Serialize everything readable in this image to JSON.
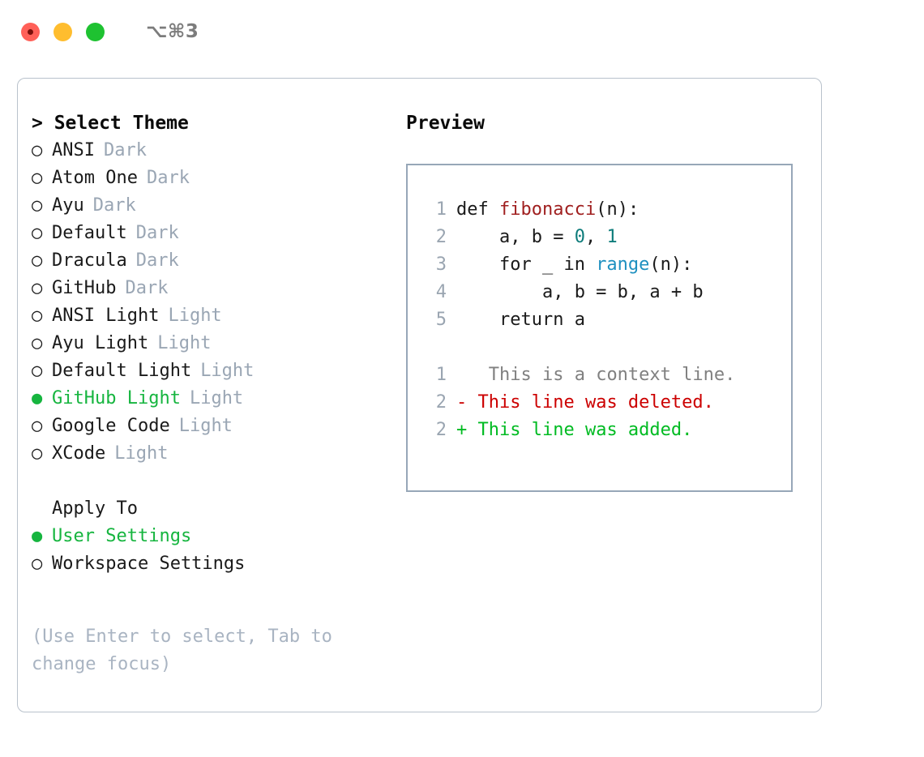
{
  "titlebar": {
    "shortcut": "⌥⌘3",
    "lights": [
      "close-red",
      "minimize-yellow",
      "zoom-green"
    ]
  },
  "left": {
    "heading": "> Select Theme",
    "themes": [
      {
        "bullet": "○",
        "label": "ANSI",
        "suffix": "Dark",
        "selected": false
      },
      {
        "bullet": "○",
        "label": "Atom One",
        "suffix": "Dark",
        "selected": false
      },
      {
        "bullet": "○",
        "label": "Ayu",
        "suffix": "Dark",
        "selected": false
      },
      {
        "bullet": "○",
        "label": "Default",
        "suffix": "Dark",
        "selected": false
      },
      {
        "bullet": "○",
        "label": "Dracula",
        "suffix": "Dark",
        "selected": false
      },
      {
        "bullet": "○",
        "label": "GitHub",
        "suffix": "Dark",
        "selected": false
      },
      {
        "bullet": "○",
        "label": "ANSI Light",
        "suffix": "Light",
        "selected": false
      },
      {
        "bullet": "○",
        "label": "Ayu Light",
        "suffix": "Light",
        "selected": false
      },
      {
        "bullet": "○",
        "label": "Default Light",
        "suffix": "Light",
        "selected": false
      },
      {
        "bullet": "●",
        "label": "GitHub Light",
        "suffix": "Light",
        "selected": true
      },
      {
        "bullet": "○",
        "label": "Google Code",
        "suffix": "Light",
        "selected": false
      },
      {
        "bullet": "○",
        "label": "XCode",
        "suffix": "Light",
        "selected": false
      }
    ],
    "apply_to": {
      "heading": "Apply To",
      "options": [
        {
          "bullet": "●",
          "label": "User Settings",
          "selected": true
        },
        {
          "bullet": "○",
          "label": "Workspace Settings",
          "selected": false
        }
      ]
    },
    "hint": "(Use Enter to select, Tab to change focus)"
  },
  "preview": {
    "title": "Preview",
    "code_lines": [
      {
        "num": "1",
        "tokens": [
          {
            "t": "def ",
            "c": "tok-def"
          },
          {
            "t": "fibonacci",
            "c": "tok-fn"
          },
          {
            "t": "(n):",
            "c": "tok-plain"
          }
        ]
      },
      {
        "num": "2",
        "tokens": [
          {
            "t": "    a, b = ",
            "c": "tok-plain"
          },
          {
            "t": "0",
            "c": "tok-num"
          },
          {
            "t": ", ",
            "c": "tok-plain"
          },
          {
            "t": "1",
            "c": "tok-num"
          }
        ]
      },
      {
        "num": "3",
        "tokens": [
          {
            "t": "    for _ in ",
            "c": "tok-plain"
          },
          {
            "t": "range",
            "c": "tok-builtin"
          },
          {
            "t": "(n):",
            "c": "tok-plain"
          }
        ]
      },
      {
        "num": "4",
        "tokens": [
          {
            "t": "        a, b = b, a + b",
            "c": "tok-plain"
          }
        ]
      },
      {
        "num": "5",
        "tokens": [
          {
            "t": "    return a",
            "c": "tok-plain"
          }
        ]
      }
    ],
    "diff_lines": [
      {
        "num": "1",
        "marker": "  ",
        "text": " This is a context line.",
        "kind": "diff-ctx"
      },
      {
        "num": "2",
        "marker": "- ",
        "text": "This line was deleted.",
        "kind": "diff-del"
      },
      {
        "num": "2",
        "marker": "+ ",
        "text": "This line was added.",
        "kind": "diff-add"
      }
    ]
  },
  "colors": {
    "accent_green": "#16b53f",
    "muted": "#9aa6b4",
    "hint": "#a9b4c2",
    "border": "#b9c2cc",
    "panel_border": "#97a7b8",
    "diff_add": "#00bb22",
    "diff_del": "#cc0000",
    "fn": "#a02020",
    "num": "#0e7c7b",
    "builtin": "#1e90c0"
  }
}
